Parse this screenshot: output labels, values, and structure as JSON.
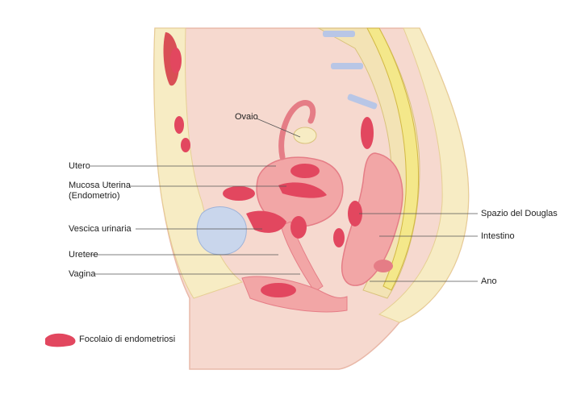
{
  "colors": {
    "skin": "#f6d9cf",
    "skin_edge": "#e9b9a9",
    "fat": "#f7ecc4",
    "organ": "#f2a6a6",
    "organ_dark": "#e57d86",
    "focus": "#e2475f",
    "bone": "#f3e3b5",
    "disc": "#b8c6e6",
    "spine_canal": "#f4e88a",
    "bladder": "#c9d6ec",
    "muscle": "#d94f55"
  },
  "labels": {
    "ovaio": "Ovaio",
    "utero": "Utero",
    "mucosa_line1": "Mucosa Uterina",
    "mucosa_line2": "(Endometrio)",
    "vescica": "Vescica urinaria",
    "uretere": "Uretere",
    "vagina": "Vagina",
    "spazio_douglas": "Spazio del Douglas",
    "intestino": "Intestino",
    "ano": "Ano"
  },
  "legend": {
    "icon": "endometriosis-focus-icon",
    "text": "Focolaio di endometriosi"
  }
}
